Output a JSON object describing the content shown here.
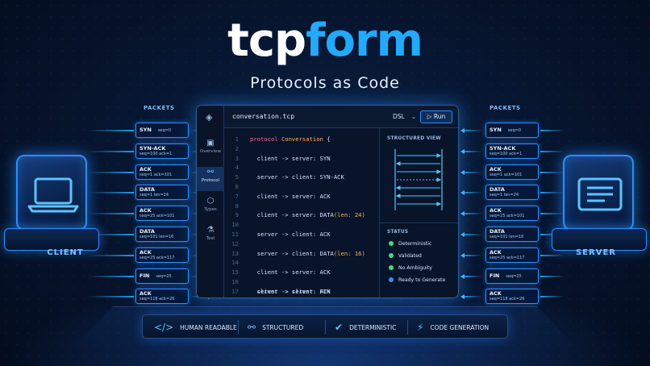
{
  "brand": {
    "part1": "tcp",
    "part2": "form"
  },
  "subtitle": "Protocols as Code",
  "packets_label": "PACKETS",
  "left_packets": [
    {
      "name": "SYN",
      "seq": "seq=0"
    },
    {
      "name": "SYN-ACK",
      "seq": "seq=100  ack=1"
    },
    {
      "name": "ACK",
      "seq": "seq=1    ack=101"
    },
    {
      "name": "DATA",
      "seq": "seq=1    len=24"
    },
    {
      "name": "ACK",
      "seq": "seq=25  ack=101"
    },
    {
      "name": "DATA",
      "seq": "seq=101  len=16"
    },
    {
      "name": "ACK",
      "seq": "seq=25  ack=117"
    },
    {
      "name": "FIN",
      "seq": "seq=25"
    },
    {
      "name": "ACK",
      "seq": "seq=118  ack=26"
    }
  ],
  "right_packets": [
    {
      "name": "SYN",
      "seq": "seq=0"
    },
    {
      "name": "SYN-ACK",
      "seq": "seq=100  ack=1"
    },
    {
      "name": "ACK",
      "seq": "seq=1    ack=101"
    },
    {
      "name": "DATA",
      "seq": "seq=1    len=24"
    },
    {
      "name": "ACK",
      "seq": "seq=25  ack=101"
    },
    {
      "name": "DATA",
      "seq": "seq=101  len=16"
    },
    {
      "name": "ACK",
      "seq": "seq=25  ack=117"
    },
    {
      "name": "FIN",
      "seq": "seq=25"
    },
    {
      "name": "ACK",
      "seq": "seq=118  ack=26"
    }
  ],
  "client_label": "CLIENT",
  "server_label": "SERVER",
  "editor": {
    "file_name": "conversation.tcp",
    "language": "DSL",
    "run_label": "Run",
    "sidebar": [
      {
        "label": "Overview",
        "icon": "overview-icon",
        "glyph": "▣"
      },
      {
        "label": "Protocol",
        "icon": "protocol-icon",
        "glyph": "⚯"
      },
      {
        "label": "Types",
        "icon": "types-icon",
        "glyph": "⬡"
      },
      {
        "label": "Test",
        "icon": "test-icon",
        "glyph": "⚗"
      }
    ],
    "code_lines": [
      {
        "n": "1",
        "a": "protocol ",
        "b": "Conversation",
        "c": " {"
      },
      {
        "n": "2",
        "a": "",
        "b": "",
        "c": ""
      },
      {
        "n": "3",
        "a": "  client -> server: SYN",
        "b": "",
        "c": ""
      },
      {
        "n": "4",
        "a": "",
        "b": "",
        "c": ""
      },
      {
        "n": "5",
        "a": "  server -> client: SYN-ACK",
        "b": "",
        "c": ""
      },
      {
        "n": "6",
        "a": "",
        "b": "",
        "c": ""
      },
      {
        "n": "7",
        "a": "  client -> server: ACK",
        "b": "",
        "c": ""
      },
      {
        "n": "8",
        "a": "",
        "b": "",
        "c": ""
      },
      {
        "n": "9",
        "a": "  client -> server: DATA",
        "b": "(len: 24)",
        "c": ""
      },
      {
        "n": "10",
        "a": "",
        "b": "",
        "c": ""
      },
      {
        "n": "11",
        "a": "  server -> client: ACK",
        "b": "",
        "c": ""
      },
      {
        "n": "12",
        "a": "",
        "b": "",
        "c": ""
      },
      {
        "n": "13",
        "a": "  server -> client: DATA",
        "b": "(len: 16)",
        "c": ""
      },
      {
        "n": "14",
        "a": "",
        "b": "",
        "c": ""
      },
      {
        "n": "15",
        "a": "  client -> server: ACK",
        "b": "",
        "c": ""
      },
      {
        "n": "16",
        "a": "",
        "b": "",
        "c": ""
      },
      {
        "n": "17",
        "a": "  client -> server: FIN",
        "b": "",
        "c": ""
      },
      {
        "n": "",
        "a": "",
        "b": "",
        "c": ""
      },
      {
        "n": "",
        "a": "  server -> client: ACK",
        "b": "",
        "c": ""
      },
      {
        "n": "",
        "a": "",
        "b": "",
        "c": ""
      },
      {
        "n": "",
        "a": "}",
        "b": "",
        "c": ""
      }
    ],
    "structured_view_label": "STRUCTURED VIEW",
    "status_label": "STATUS",
    "status": [
      {
        "text": "Deterministic",
        "color": "#3ddc84"
      },
      {
        "text": "Validated",
        "color": "#3ddc84"
      },
      {
        "text": "No Ambiguity",
        "color": "#3ddc84"
      },
      {
        "text": "Ready to Generate",
        "color": "#3a8dff"
      }
    ]
  },
  "features": [
    {
      "label": "HUMAN READABLE",
      "icon": "code-icon",
      "glyph": "</>"
    },
    {
      "label": "STRUCTURED",
      "icon": "graph-icon",
      "glyph": "⚯"
    },
    {
      "label": "DETERMINISTIC",
      "icon": "check-icon",
      "glyph": "✔"
    },
    {
      "label": "CODE GENERATION",
      "icon": "bolt-icon",
      "glyph": "⚡"
    }
  ],
  "colors": {
    "accent": "#23a9ff",
    "panel": "#081429",
    "border": "#2b5f9e"
  }
}
